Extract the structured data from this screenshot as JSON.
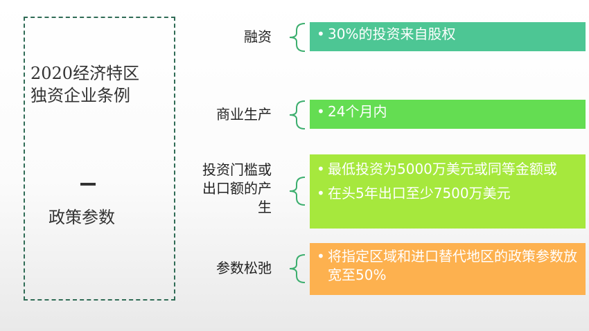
{
  "left_panel": {
    "title_lines": [
      "2020经济特区",
      "独资企业条例"
    ],
    "dash": "–",
    "subtitle": "政策参数"
  },
  "rows": [
    {
      "label": "融资",
      "color": "#4dc694",
      "items": [
        "30%的投资来自股权"
      ]
    },
    {
      "label": "商业生产",
      "color": "#64dd52",
      "items": [
        "24个月内"
      ]
    },
    {
      "label_lines": [
        "投资门槛或",
        "出口额的产",
        "生"
      ],
      "color": "#a6e83d",
      "items": [
        "最低投资为5000万美元或同等金额或",
        "在头5年出口至少7500万美元"
      ]
    },
    {
      "label": "参数松弛",
      "color": "#fdb14f",
      "items": [
        "将指定区域和进口替代地区的政策参数放宽至50%"
      ]
    }
  ],
  "brace_color": "#3cae6e"
}
